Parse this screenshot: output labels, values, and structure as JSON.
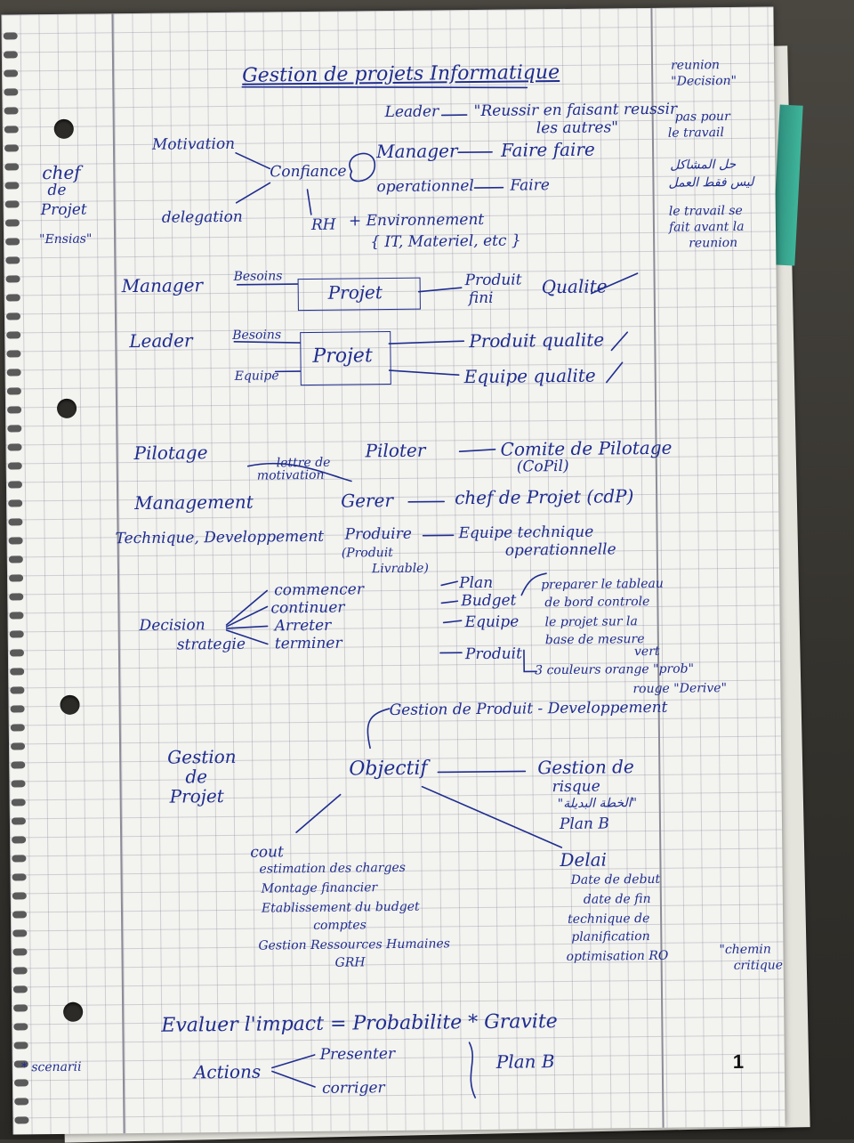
{
  "title": "Gestion de projets Informatique",
  "left_margin": {
    "chef": "chef",
    "de": "de",
    "projet": "Projet",
    "school": "\"Ensias\"",
    "scenario": "* scenarii"
  },
  "right_margin": {
    "reunion": "reunion",
    "decision": "\"Decision\"",
    "pas_pour_1": "pas pour",
    "pas_pour_2": "le travail",
    "arabic_1": "حل المشاكل",
    "arabic_2": "ليس فقط العمل",
    "travail_1": "le travail se",
    "travail_2": "fait avant la",
    "travail_3": "reunion"
  },
  "roles": {
    "leader": "Leader",
    "leader_result_1": "\"Reussir en faisant reussir",
    "leader_result_2": "les autres\"",
    "manager": "Manager",
    "manager_result": "Faire faire",
    "operationnel": "operationnel",
    "operationnel_result": "Faire",
    "motivation": "Motivation",
    "confiance": "Confiance",
    "delegation": "delegation",
    "rh": "RH",
    "environnement": "+ Environnement",
    "materiel": "{ IT, Materiel, etc }"
  },
  "diagram_manager": {
    "label": "Manager",
    "input": "Besoins",
    "box": "Projet",
    "output_1": "Produit",
    "output_2": "fini",
    "quality": "Qualite"
  },
  "diagram_leader": {
    "label": "Leader",
    "input_1": "Besoins",
    "input_2": "Equipe",
    "box": "Projet",
    "output_1": "Produit qualite",
    "output_2": "Equipe qualite"
  },
  "levels": {
    "pilotage": "Pilotage",
    "piloter": "Piloter",
    "comite_1": "Comite de Pilotage",
    "comite_2": "(CoPil)",
    "lettre_1": "lettre de",
    "lettre_2": "motivation",
    "management": "Management",
    "gerer": "Gerer",
    "chef_projet": "chef de Projet (cdP)",
    "technique": "Technique, Developpement",
    "produire": "Produire",
    "produit_livrable_1": "(Produit",
    "produit_livrable_2": "Livrable)",
    "equipe_tech_1": "Equipe technique",
    "equipe_tech_2": "operationnelle"
  },
  "decision": {
    "label_1": "Decision",
    "label_2": "strategie",
    "options": [
      "commencer",
      "continuer",
      "Arreter",
      "terminer"
    ],
    "items": [
      "Plan",
      "Budget",
      "Equipe",
      "Produit"
    ],
    "tableau_1": "preparer le tableau",
    "tableau_2": "de bord controle",
    "tableau_3": "le projet sur la",
    "tableau_4": "base de mesure",
    "vert": "vert",
    "couleurs": "3 couleurs orange \"prob\"",
    "rouge": "rouge \"Derive\""
  },
  "objectif": {
    "gestion_produit": "Gestion de Produit - Developpement",
    "gestion_projet_1": "Gestion",
    "gestion_projet_2": "de",
    "gestion_projet_3": "Projet",
    "center": "Objectif",
    "risque_1": "Gestion de",
    "risque_2": "risque",
    "risque_3": "\"الخطة البديلة\"",
    "risque_4": "Plan B",
    "cout": "cout",
    "cout_items": [
      "estimation des charges",
      "Montage financier",
      "Etablissement du budget",
      "comptes",
      "Gestion Ressources Humaines",
      "GRH"
    ],
    "delai": "Delai",
    "delai_items": [
      "Date de debut",
      "date de fin",
      "technique de",
      "planification",
      "optimisation RO"
    ],
    "chemin_1": "\"chemin",
    "chemin_2": "critique\""
  },
  "bottom": {
    "formula": "Evaluer l'impact = Probabilite * Gravite",
    "actions": "Actions",
    "presenter": "Presenter",
    "corriger": "corriger",
    "plan_b": "Plan B",
    "page_number": "1"
  }
}
